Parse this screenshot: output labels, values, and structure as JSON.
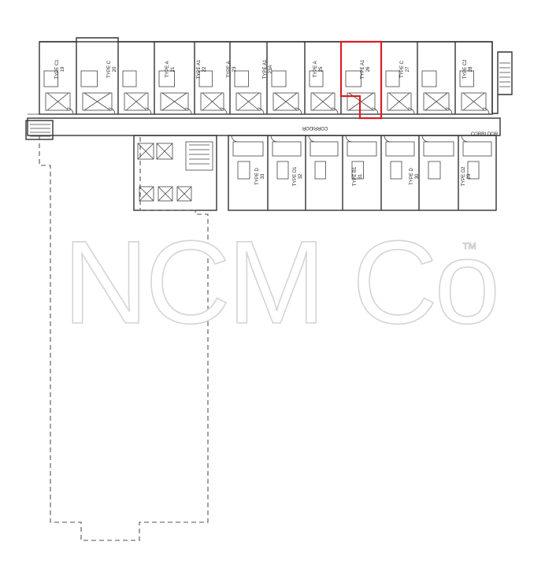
{
  "plan": {
    "corridor_label": "CORRIDOR",
    "corridor_label_east": "CORRI DOR",
    "highlight_color": "#d81f26",
    "line_color": "#333333",
    "top_units": [
      {
        "type": "TYPE C1",
        "num": "19"
      },
      {
        "type": "TYPE C",
        "num": "20"
      },
      {
        "type": "TYPE A",
        "num": "21"
      },
      {
        "type": "TYPE A1",
        "num": "22"
      },
      {
        "type": "TYPE A",
        "num": "23"
      },
      {
        "type": "TYPE A1",
        "num": "23A"
      },
      {
        "type": "TYPE A",
        "num": "25"
      },
      {
        "type": "TYPE A1",
        "num": "26"
      },
      {
        "type": "TYPE C",
        "num": "27"
      },
      {
        "type": "TYPE C2",
        "num": "28"
      }
    ],
    "bottom_units": [
      {
        "type": "TYPE D",
        "num": "33"
      },
      {
        "type": "TYPE D1",
        "num": "32"
      },
      {
        "type": "TYPE B1",
        "num": "31"
      },
      {
        "type": "TYPE D",
        "num": "30"
      },
      {
        "type": "TYPE D2",
        "num": "29"
      }
    ],
    "highlighted_unit": "26"
  },
  "watermark": {
    "text": "NCM Co",
    "mark": "™"
  }
}
